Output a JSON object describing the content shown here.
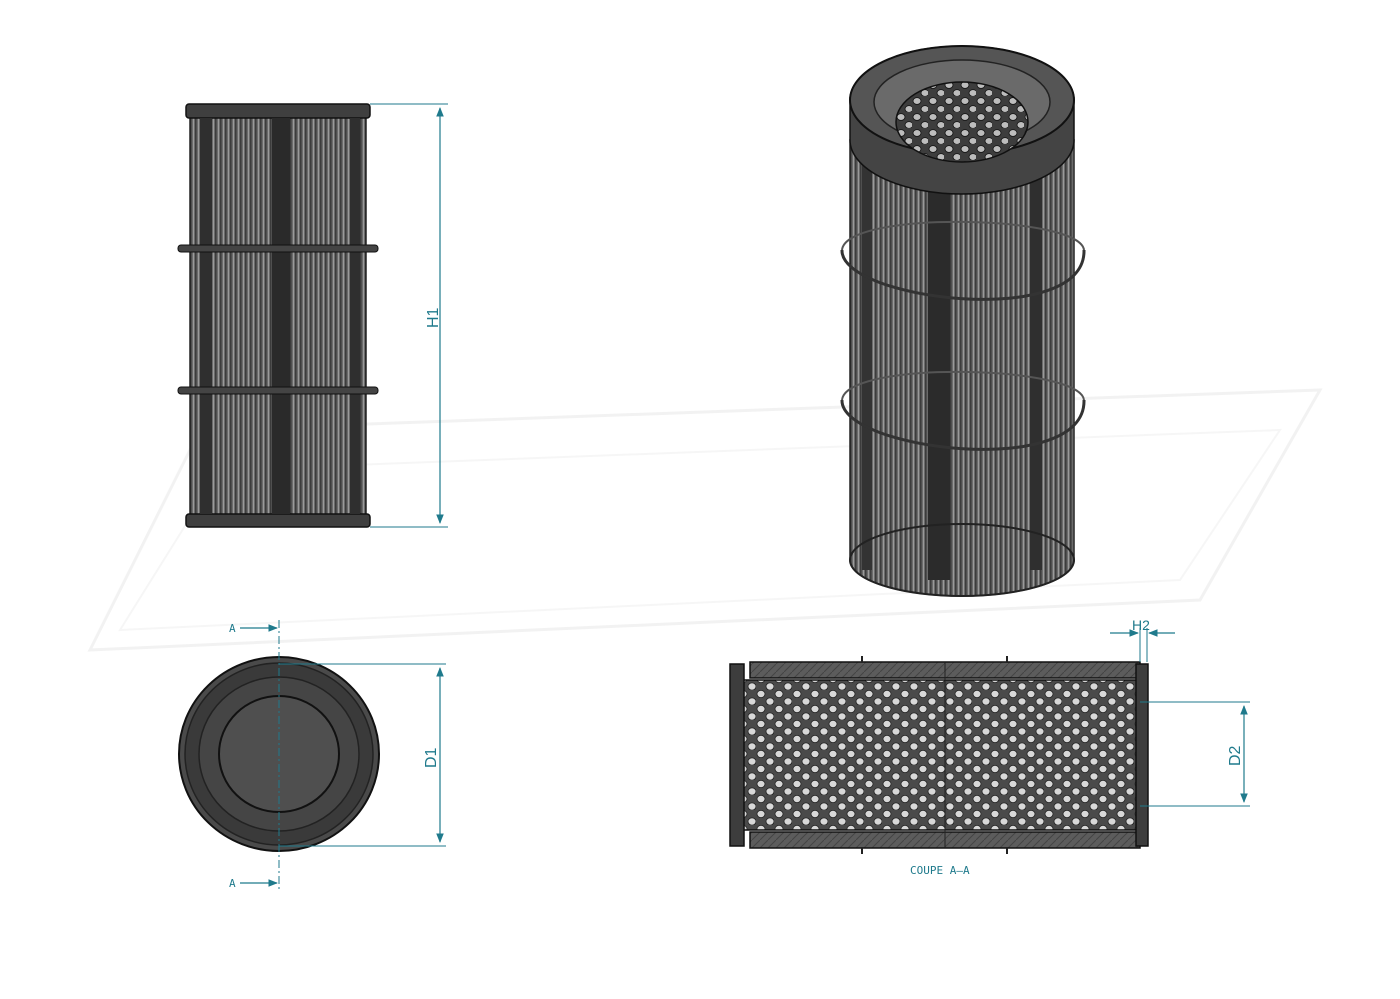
{
  "labels": {
    "h1": "H1",
    "d1": "D1",
    "h2": "H2",
    "d2": "D2",
    "section_top": "A",
    "section_bottom": "A",
    "section_caption": "COUPE A–A"
  },
  "colors": {
    "dimension": "#1f7a8c",
    "body_dark": "#3a3a3a",
    "body_mid": "#5a5a5a",
    "body_light": "#8a8a8a",
    "watermark": "#e4e4e4"
  }
}
